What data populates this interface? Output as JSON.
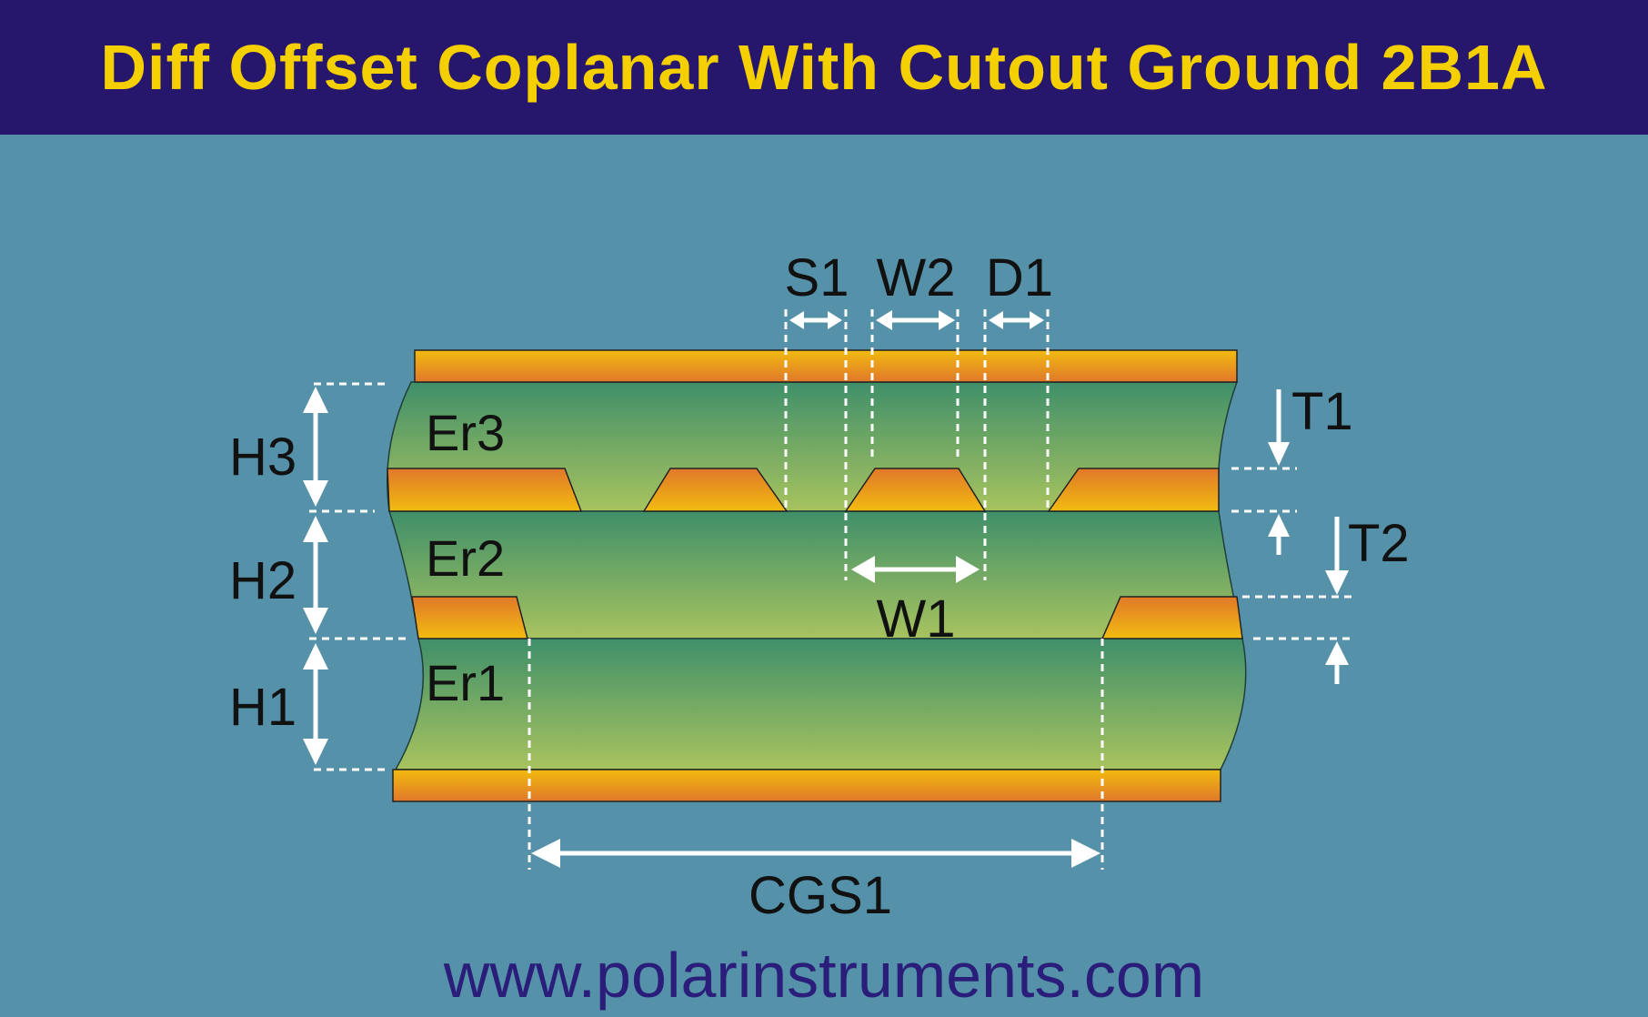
{
  "title": "Diff Offset Coplanar With Cutout Ground 2B1A",
  "labels": {
    "s1": "S1",
    "w2": "W2",
    "d1": "D1",
    "t1": "T1",
    "t2": "T2",
    "h1": "H1",
    "h2": "H2",
    "h3": "H3",
    "er1": "Er1",
    "er2": "Er2",
    "er3": "Er3",
    "w1": "W1",
    "cgs1": "CGS1"
  },
  "footer": {
    "url": "www.polarinstruments.com"
  },
  "colors": {
    "header_bg": "#27176c",
    "title": "#f5d000",
    "background": "#5592aa",
    "dielectric_top": "#3f8f6a",
    "dielectric_bottom": "#a8c35e",
    "metal_top": "#f2bb10",
    "metal_bottom": "#e0782a",
    "url": "#2a1e7a"
  }
}
